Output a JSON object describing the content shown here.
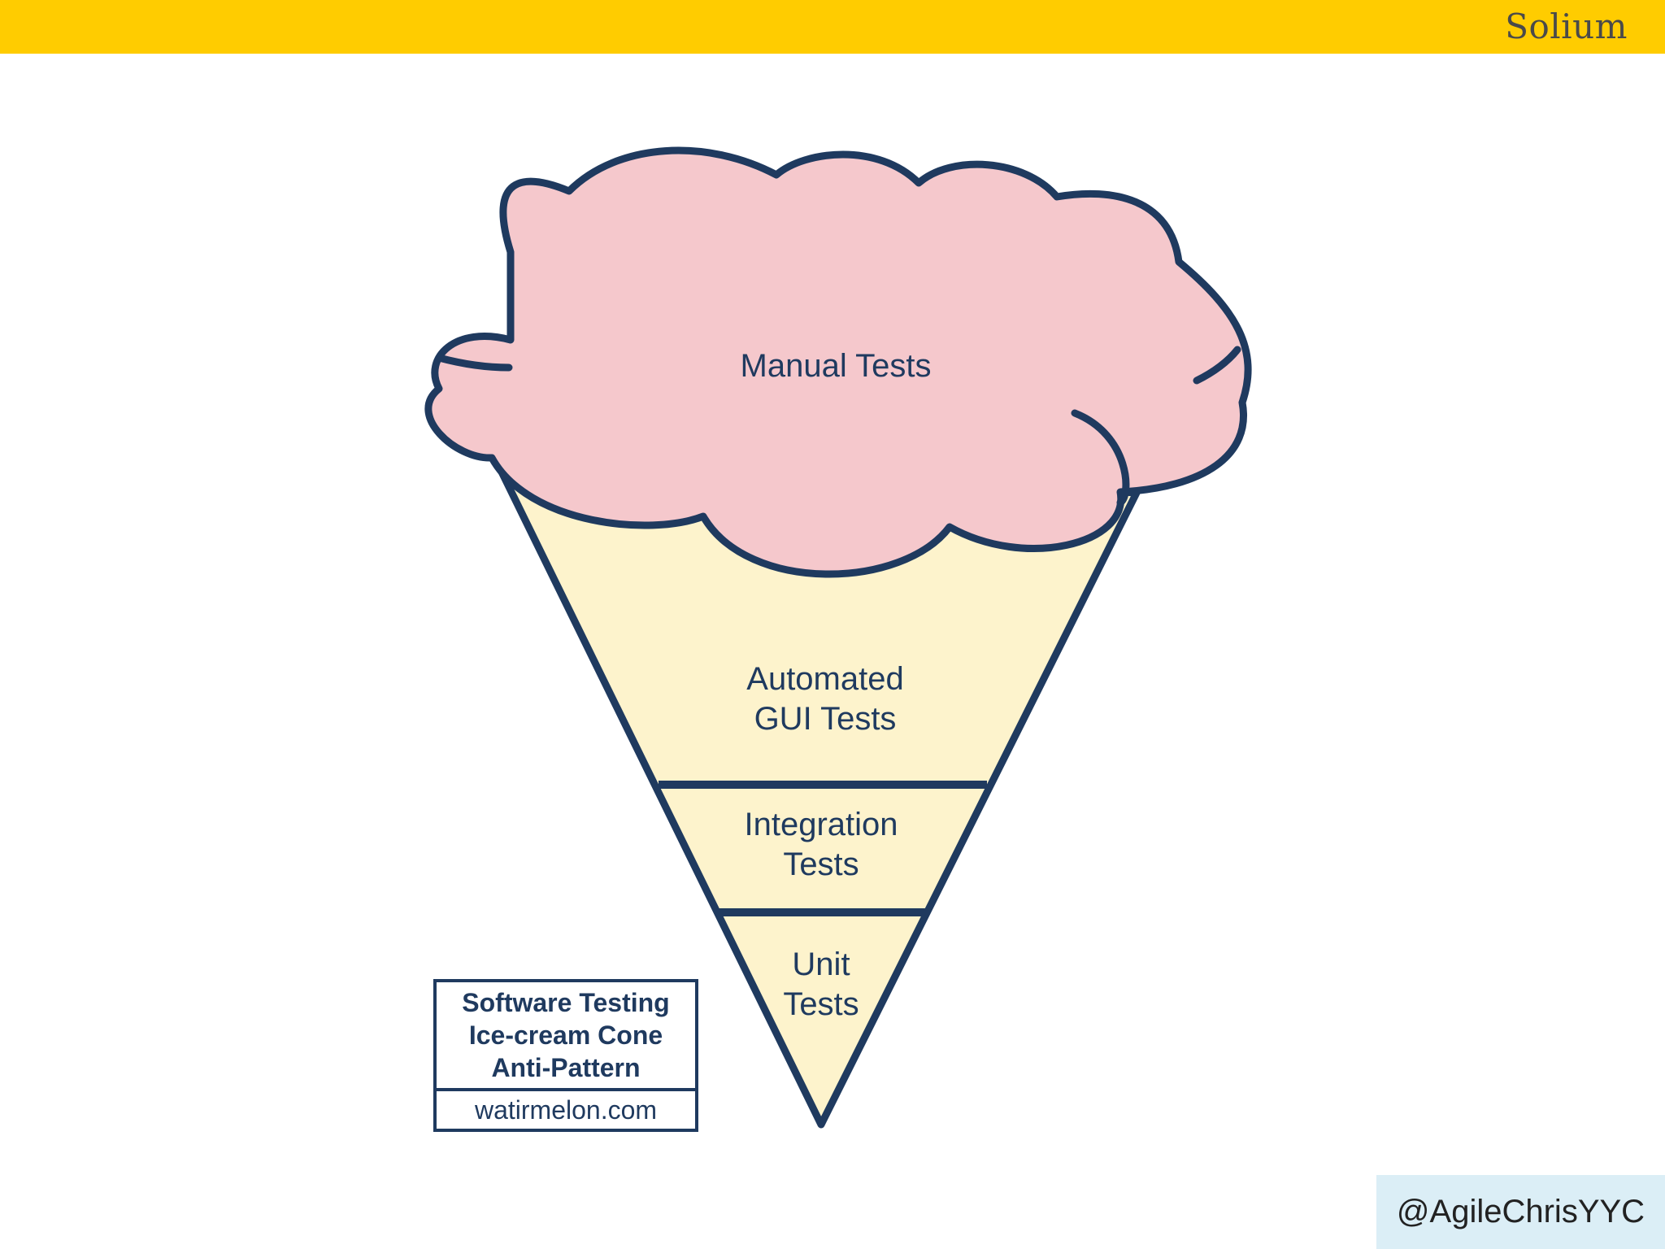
{
  "header": {
    "brand": "Solium"
  },
  "diagram": {
    "layers": [
      {
        "name": "Manual Tests",
        "lines": [
          "Manual Tests"
        ]
      },
      {
        "name": "Automated GUI Tests",
        "lines": [
          "Automated",
          "GUI Tests"
        ]
      },
      {
        "name": "Integration Tests",
        "lines": [
          "Integration",
          "Tests"
        ]
      },
      {
        "name": "Unit Tests",
        "lines": [
          "Unit",
          "Tests"
        ]
      }
    ],
    "legend": {
      "title_lines": [
        "Software Testing",
        "Ice-cream Cone",
        "Anti-Pattern"
      ],
      "url": "watirmelon.com"
    }
  },
  "footer": {
    "handle": "@AgileChrisYYC"
  },
  "colors": {
    "bar": "#ffcc00",
    "outline": "#1f3a5f",
    "cone_fill": "#fdf3cc",
    "cloud_fill": "#f5c8cc",
    "handle_bg": "#dbeef6"
  }
}
